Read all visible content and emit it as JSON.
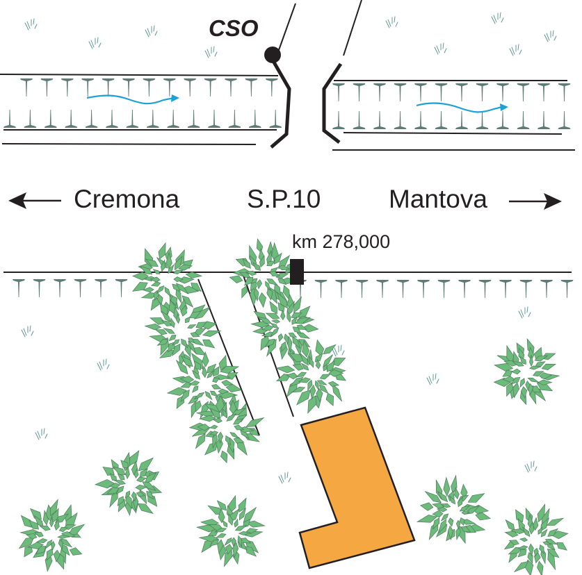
{
  "labels": {
    "cso": "CSO",
    "road_name": "S.P.10",
    "direction_west": "Cremona",
    "direction_east": "Mantova",
    "chainage": "km 278,000"
  },
  "icons": {
    "arrow_west": "arrow-left-icon",
    "arrow_east": "arrow-right-icon",
    "flow_arrow": "wavy-arrow-icon",
    "tree": "tree-canopy-icon",
    "grass": "grass-tuft-icon",
    "km_marker": "milestone-icon"
  },
  "colors": {
    "ink": "#231f20",
    "vegetation_symbol": "#5f7b76",
    "flow": "#1ba1d8",
    "tree_fill": "#6dbb7a",
    "tree_stroke": "#4e7a5e",
    "building": "#f5a742",
    "grass": "#4f8f84"
  }
}
